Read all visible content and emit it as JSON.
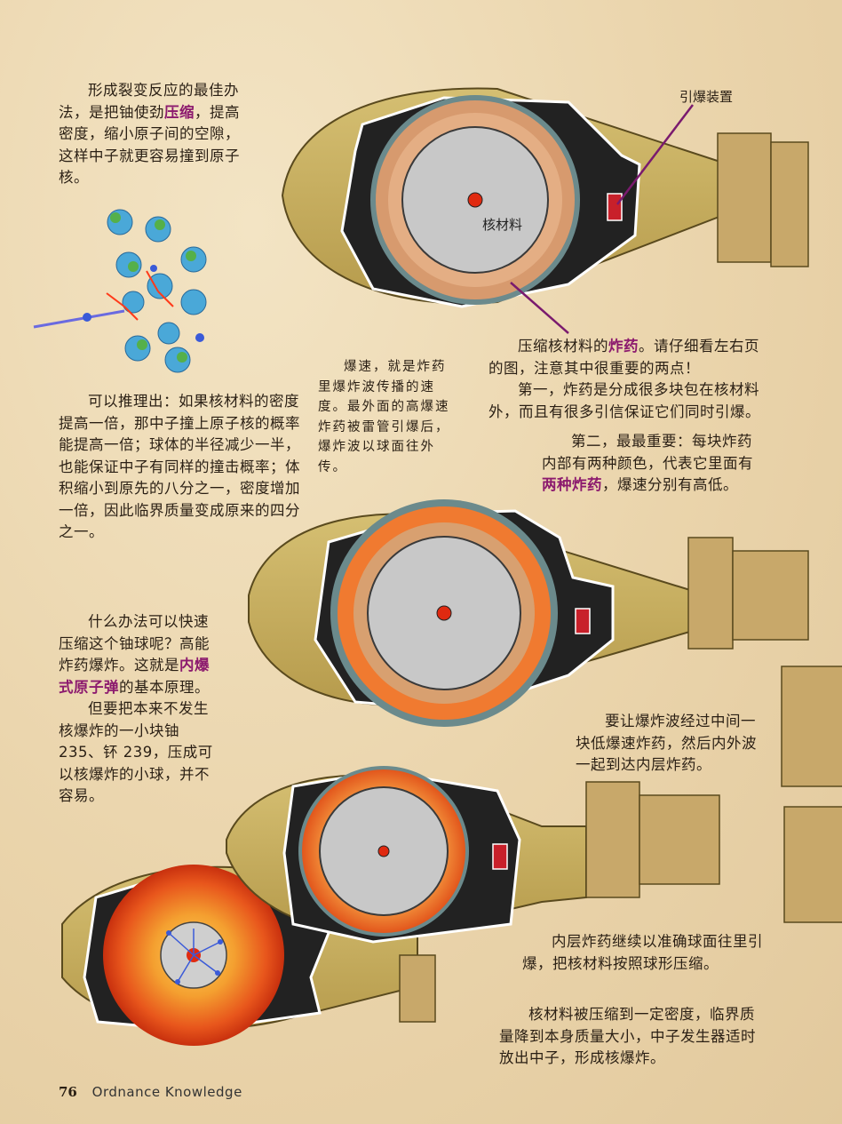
{
  "labels": {
    "detonator": "引爆装置",
    "core": "核材料"
  },
  "text": {
    "p1_a": "形成裂变反应的最佳办法，是把铀使劲",
    "p1_b": "压缩",
    "p1_c": "，提高密度，缩小原子间的空隙，这样中子就更容易撞到原子核。",
    "p2": "可以推理出：如果核材料的密度提高一倍，那中子撞上原子核的概率能提高一倍；球体的半径减少一半，也能保证中子有同样的撞击概率；体积缩小到原先的八分之一，密度增加一倍，因此临界质量变成原来的四分之一。",
    "p3_a": "什么办法可以快速压缩这个铀球呢？高能炸药爆炸。这就是",
    "p3_b": "内爆式原子弹",
    "p3_c": "的基本原理。",
    "p4": "但要把本来不发生核爆炸的一小块铀235、钚 239，压成可以核爆炸的小球，并不容易。",
    "note": "爆速，就是炸药里爆炸波传播的速度。最外面的高爆速炸药被雷管引爆后，爆炸波以球面往外传。",
    "r1_a": "压缩核材料的",
    "r1_b": "炸药",
    "r1_c": "。请仔细看左右页的图，注意其中很重要的两点！",
    "r2": "第一，炸药是分成很多块包在核材料外，而且有很多引信保证它们同时引爆。",
    "r3_a": "第二，最最重要：每块炸药内部有两种颜色，代表它里面有",
    "r3_b": "两种炸药",
    "r3_c": "，爆速分别有高低。",
    "r4": "要让爆炸波经过中间一块低爆速炸药，然后内外波一起到达内层炸药。",
    "r5": "内层炸药继续以准确球面往里引爆，把核材料按照球形压缩。",
    "r6": "核材料被压缩到一定密度，临界质量降到本身质量大小，中子发生器适时放出中子，形成核爆炸。"
  },
  "footer": {
    "page_number": "76",
    "publication": "Ordnance Knowledge"
  },
  "colors": {
    "casing": "#c5ad5e",
    "casing_edge": "#5a4a1e",
    "interior": "#232323",
    "core": "#c8c8c8",
    "explosive_light": "#d79a6e",
    "explosive_orange": "#f08030",
    "fireball": "#e23a10",
    "accent": "#8c1a6e"
  }
}
